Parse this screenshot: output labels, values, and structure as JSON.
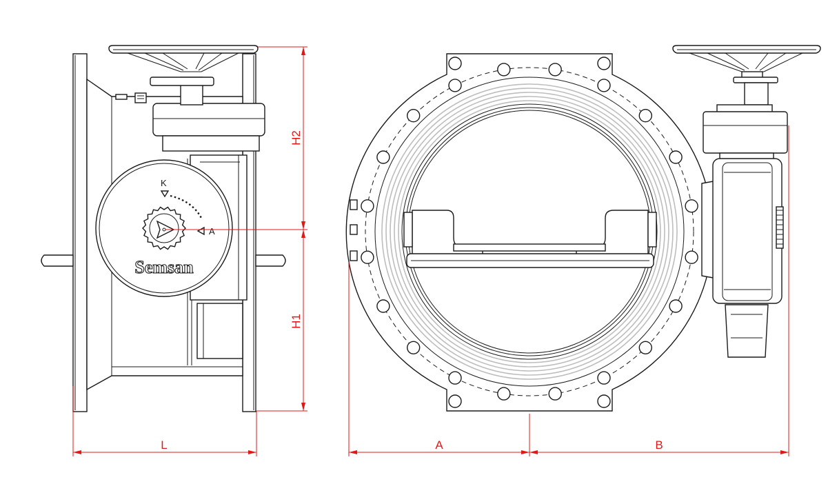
{
  "brand": {
    "name": "Semsan"
  },
  "indicator": {
    "closed_label": "K",
    "open_label": "A"
  },
  "dimensions": {
    "face_to_face": "L",
    "height_lower": "H1",
    "height_upper": "H2",
    "width_left": "A",
    "width_right": "B"
  },
  "colors": {
    "outline": "#1a1a1a",
    "dimension": "#e01818",
    "seat_ring": "#bdbdbd",
    "background": "#ffffff"
  }
}
